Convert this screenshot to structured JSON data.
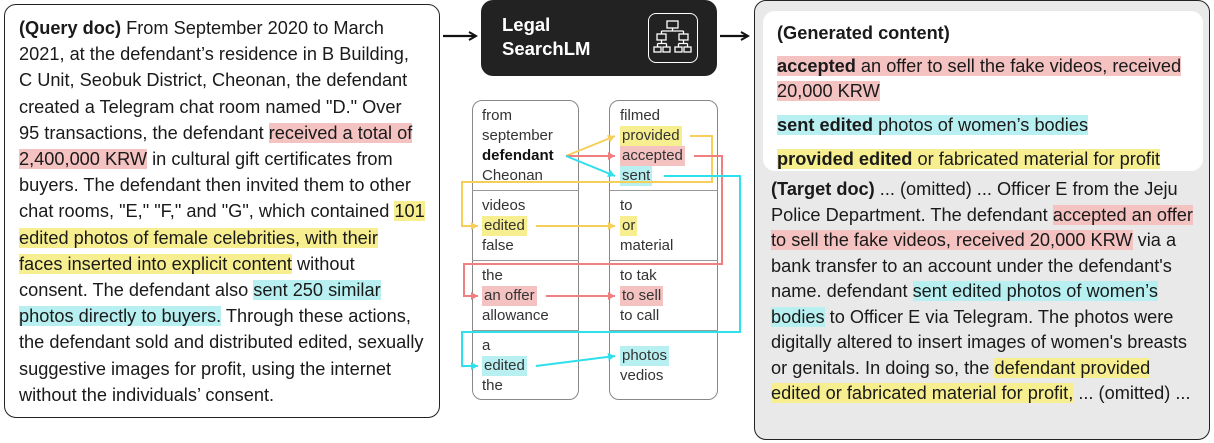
{
  "query": {
    "label": "(Query doc)",
    "t1": " From September 2020 to March 2021, at the defendant’s residence in B Building, C Unit, Seobuk District, Cheonan, the defendant created a Telegram chat room named \"D.\" Over 95 transactions, the defendant ",
    "h1": "received a total of 2,400,000 KRW",
    "t2": " in cultural gift certificates from buyers. The defendant then invited them to other chat rooms, \"E,\" \"F,\" and \"G\", which contained ",
    "h2": "101 edited photos of female celebrities, with their faces inserted into explicit content",
    "t3": " without consent. The defendant also ",
    "h3": "sent 250 similar photos directly to buyers.",
    "t4": " Through these actions, the defendant sold and distributed edited, sexually suggestive images for profit, using the internet without the individuals’ consent."
  },
  "model": {
    "line1": "Legal",
    "line2": "SearchLM",
    "icon": "hierarchy-icon"
  },
  "generated": {
    "label": "(Generated content)",
    "l1_bold": "accepted",
    "l1_rest": " an offer to sell the fake videos, received 20,000 KRW",
    "l2_bold": "sent edited",
    "l2_rest": " photos of women’s bodies",
    "l3_bold": "provided edited",
    "l3_rest": " or fabricated material for profit"
  },
  "target": {
    "label": "(Target doc)",
    "t1": " ... (omitted) ... Officer E from the Jeju Police Department. The defendant ",
    "h1": "accepted an offer to sell the fake videos, received 20,000 KRW",
    "t2": " via a bank transfer to an account under the defendant's name. defendant ",
    "h2": "sent edited photos of women’s bodies",
    "t3": " to Officer E via Telegram. The photos were digitally altered to insert images of women's breasts or genitals. In doing so, the ",
    "h3": "defendant provided edited or fabricated material for profit,",
    "t4": " ... (omitted) ..."
  },
  "left_col": {
    "g1": [
      "from",
      "september",
      "defendant",
      "Cheonan"
    ],
    "g2": [
      "videos",
      "edited",
      "false"
    ],
    "g3": [
      "the",
      "an offer",
      "allowance"
    ],
    "g4": [
      "a",
      "edited",
      "the"
    ]
  },
  "right_col": {
    "g1": [
      "filmed",
      "provided",
      "accepted",
      "sent"
    ],
    "g2": [
      "to",
      "or",
      "material"
    ],
    "g3": [
      "to tak",
      "to sell",
      "to call"
    ],
    "g4": [
      "photos",
      "vedios"
    ]
  },
  "colors": {
    "red": "#f08080",
    "yellow": "#f5cf5a",
    "cyan": "#2ee0ec",
    "hl_red": "#f5c2c2",
    "hl_yellow": "#f7ef8f",
    "hl_cyan": "#b8f0f2"
  }
}
